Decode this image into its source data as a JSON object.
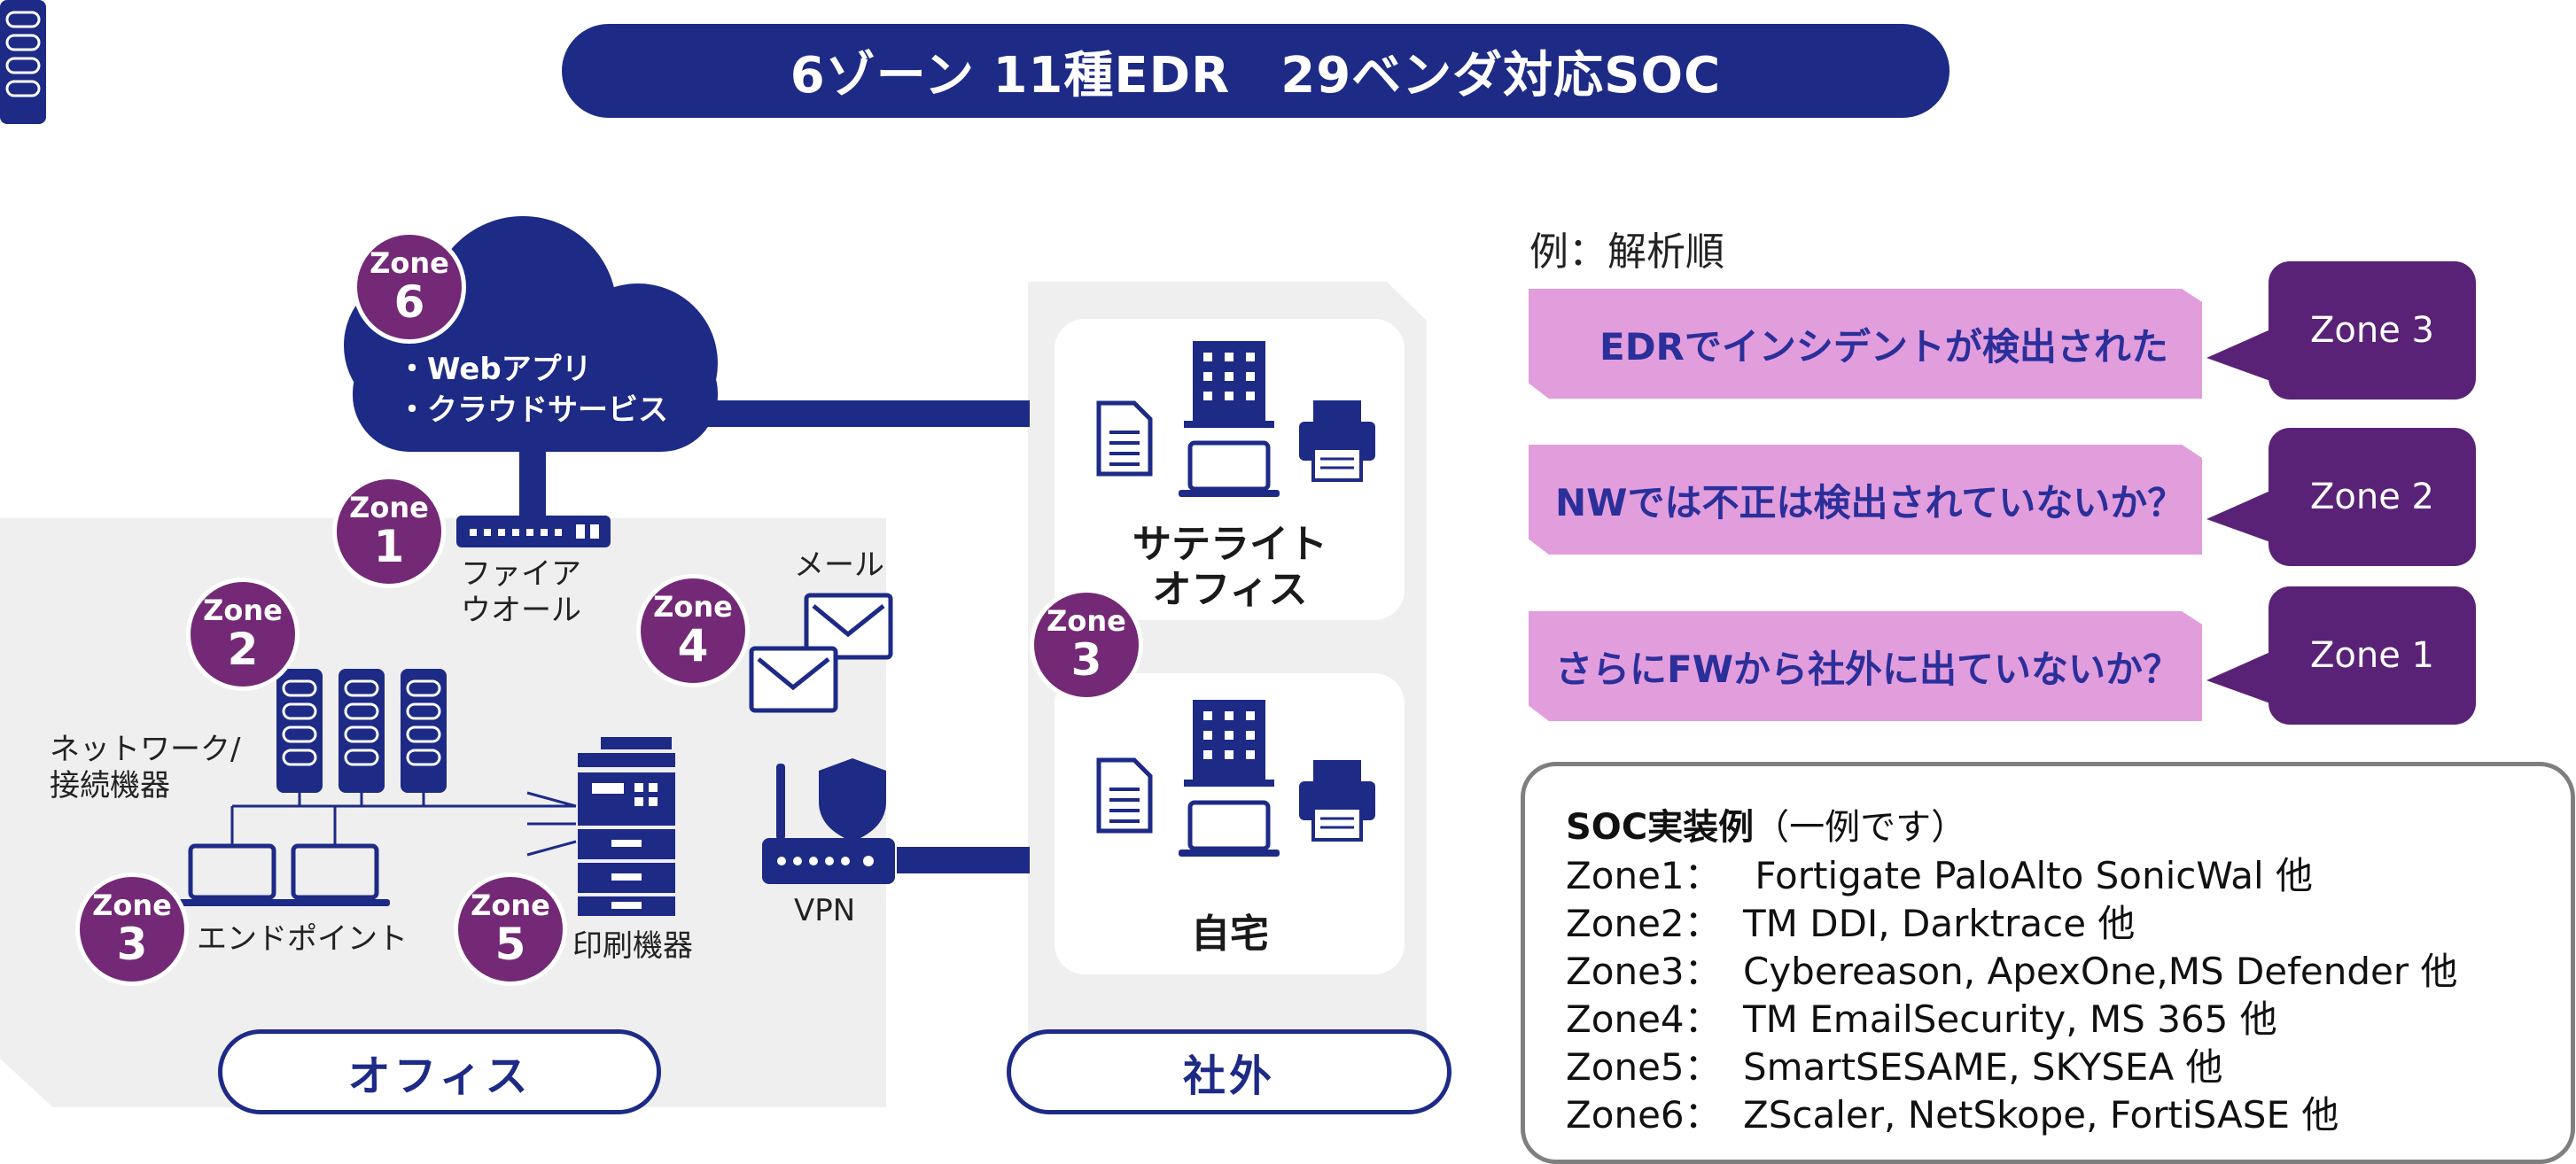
{
  "title": "6ゾーン 11種EDR　29ベンダ対応SOC",
  "zones": {
    "word": "Zone",
    "z6": "6",
    "z1": "1",
    "z2": "2",
    "z4": "4",
    "z3_office": "3",
    "z5": "5",
    "z3_ext": "3"
  },
  "cloud": {
    "line1": "・Webアプリ",
    "line2": "・クラウドサービス"
  },
  "labels": {
    "firewall": "ファイア\nウオール",
    "mail": "メール",
    "network": "ネットワーク/\n接続機器",
    "endpoint": "エンドポイント",
    "printer": "印刷機器",
    "vpn": "VPN",
    "satellite": "サテライト\nオフィス",
    "home": "自宅"
  },
  "areas": {
    "office": "オフィス",
    "external": "社外"
  },
  "analysis": {
    "heading": "例：解析順",
    "steps": [
      {
        "question": "EDRでインシデントが検出された",
        "zone": "Zone 3"
      },
      {
        "question": "NWでは不正は検出されていないか？",
        "zone": "Zone 2"
      },
      {
        "question": "さらにFWから社外に出ていないか？",
        "zone": "Zone 1"
      }
    ]
  },
  "soc": {
    "title_bold": "SOC実装例",
    "title_note": "（一例です）",
    "rows": [
      {
        "zone": "Zone1：",
        "vendors": " Fortigate PaloAlto SonicWal 他"
      },
      {
        "zone": "Zone2：",
        "vendors": "TM DDI, Darktrace 他"
      },
      {
        "zone": "Zone3：",
        "vendors": "Cybereason, ApexOne,MS Defender 他"
      },
      {
        "zone": "Zone4：",
        "vendors": "TM EmailSecurity, MS 365 他"
      },
      {
        "zone": "Zone5：",
        "vendors": "SmartSESAME, SKYSEA 他"
      },
      {
        "zone": "Zone6：",
        "vendors": "ZScaler, NetSkope, FortiSASE 他"
      }
    ]
  },
  "colors": {
    "navy": "#1d2a86",
    "zone_purple": "#742976",
    "zone_box_purple": "#5a2277",
    "question_pink": "#e29ddd",
    "area_gray": "#efefef"
  },
  "icons": [
    "cloud-icon",
    "firewall-icon",
    "server-rack-icon",
    "laptop-icon",
    "mfp-printer-icon",
    "envelope-icon",
    "shield-icon",
    "router-icon",
    "document-icon",
    "building-icon",
    "printer-icon"
  ]
}
